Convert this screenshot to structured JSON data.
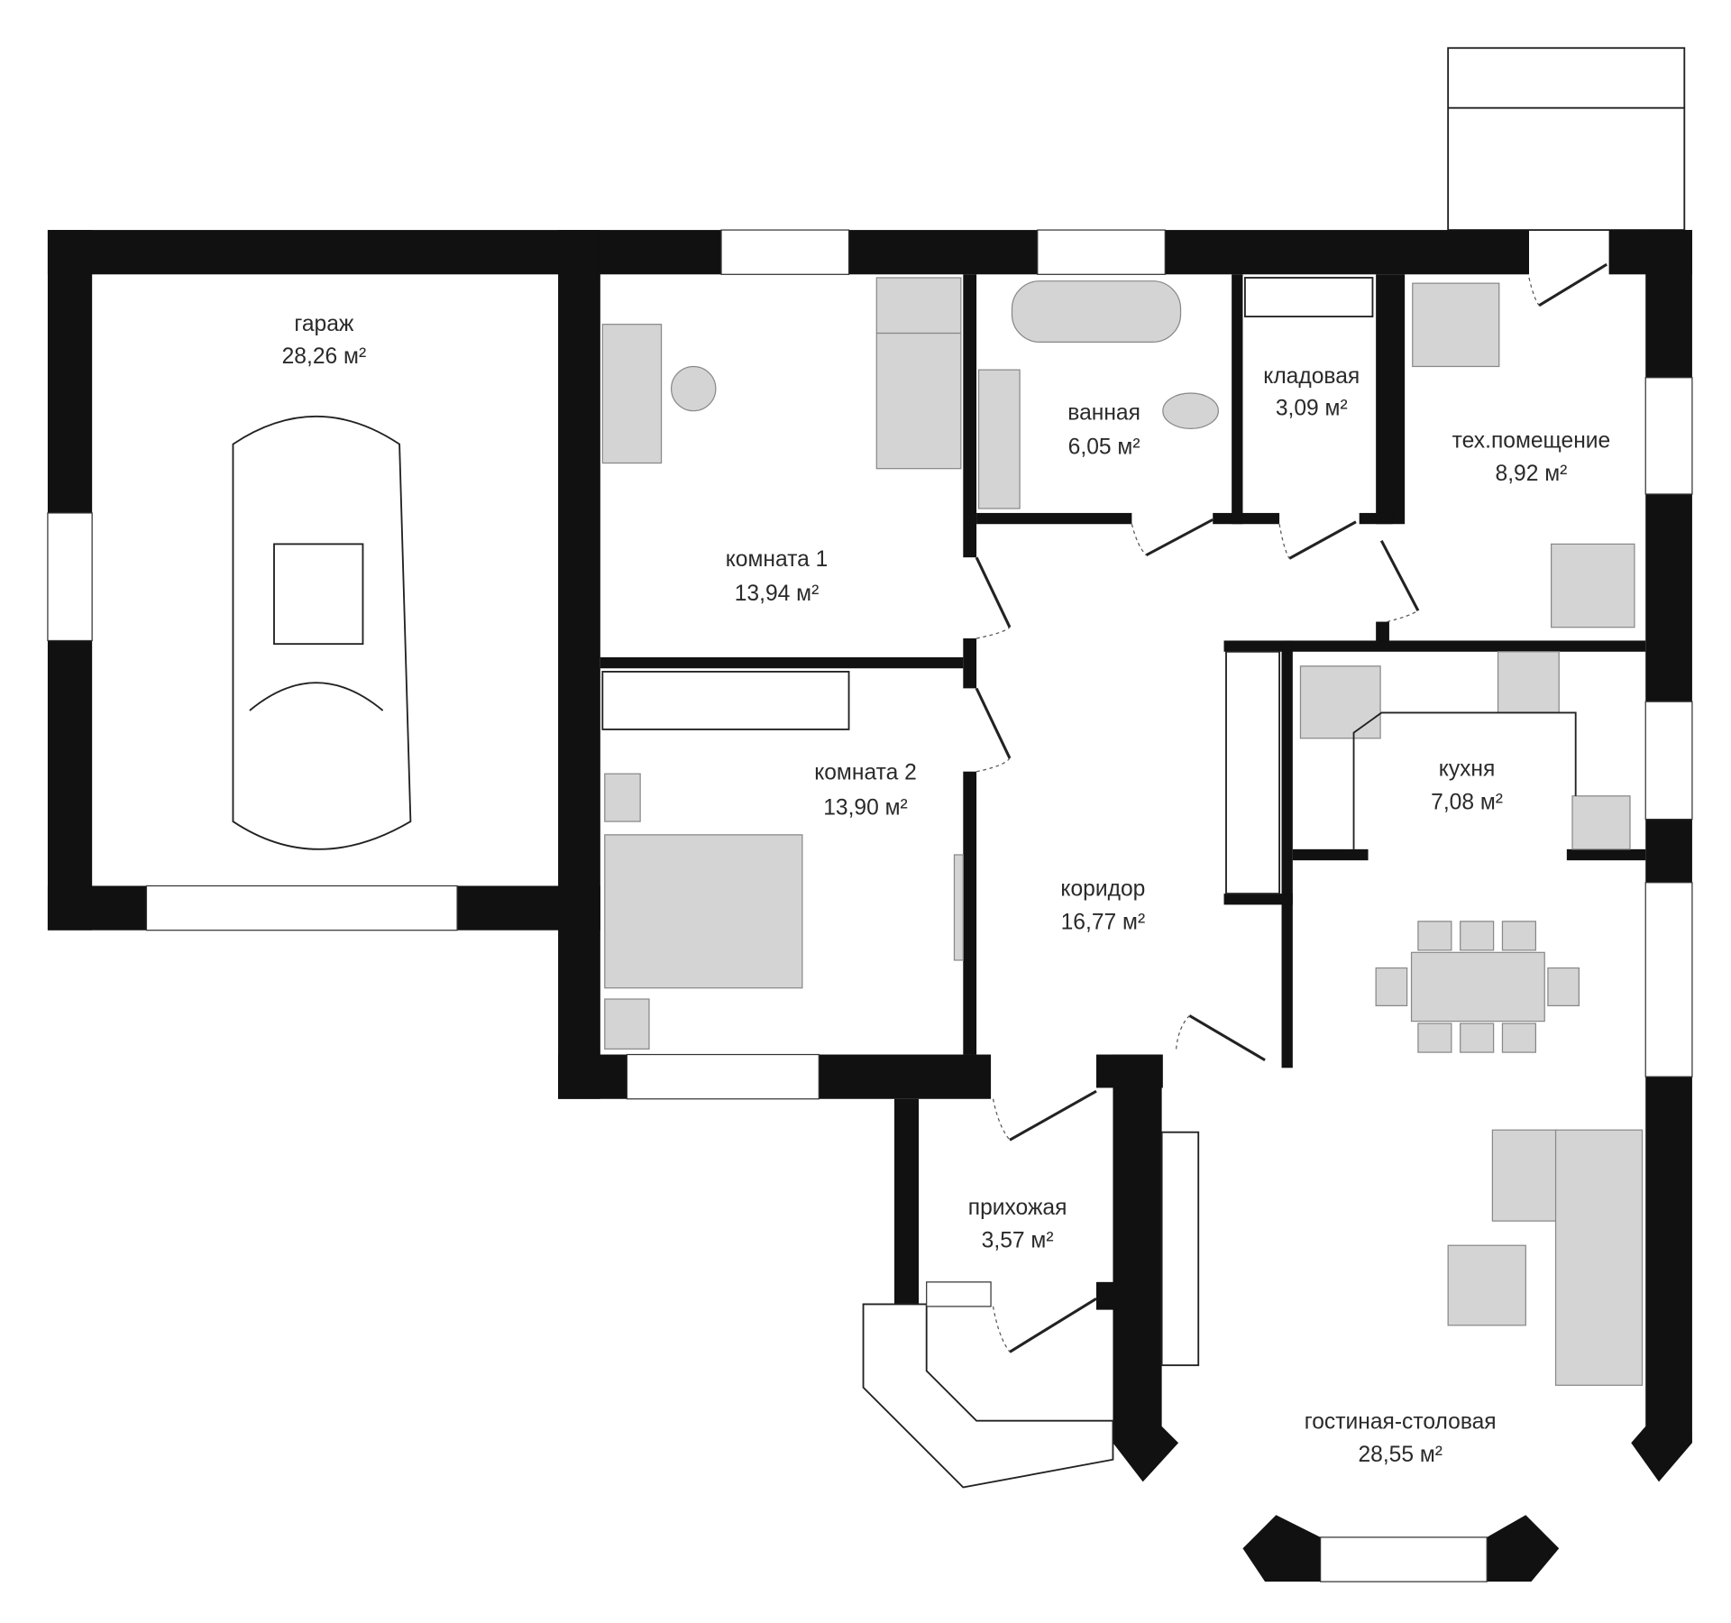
{
  "plan": {
    "rooms": [
      {
        "name": "гараж",
        "area": "28,26 м²"
      },
      {
        "name": "комната 1",
        "area": "13,94 м²"
      },
      {
        "name": "комната 2",
        "area": "13,90 м²"
      },
      {
        "name": "ванная",
        "area": "6,05 м²"
      },
      {
        "name": "кладовая",
        "area": "3,09 м²"
      },
      {
        "name": "тех.помещение",
        "area": "8,92 м²"
      },
      {
        "name": "кухня",
        "area": "7,08 м²"
      },
      {
        "name": "коридор",
        "area": "16,77 м²"
      },
      {
        "name": "прихожая",
        "area": "3,57 м²"
      },
      {
        "name": "гостиная-столовая",
        "area": "28,55 м²"
      }
    ],
    "colors": {
      "wall": "#111111",
      "furniture": "#d4d4d4"
    }
  }
}
